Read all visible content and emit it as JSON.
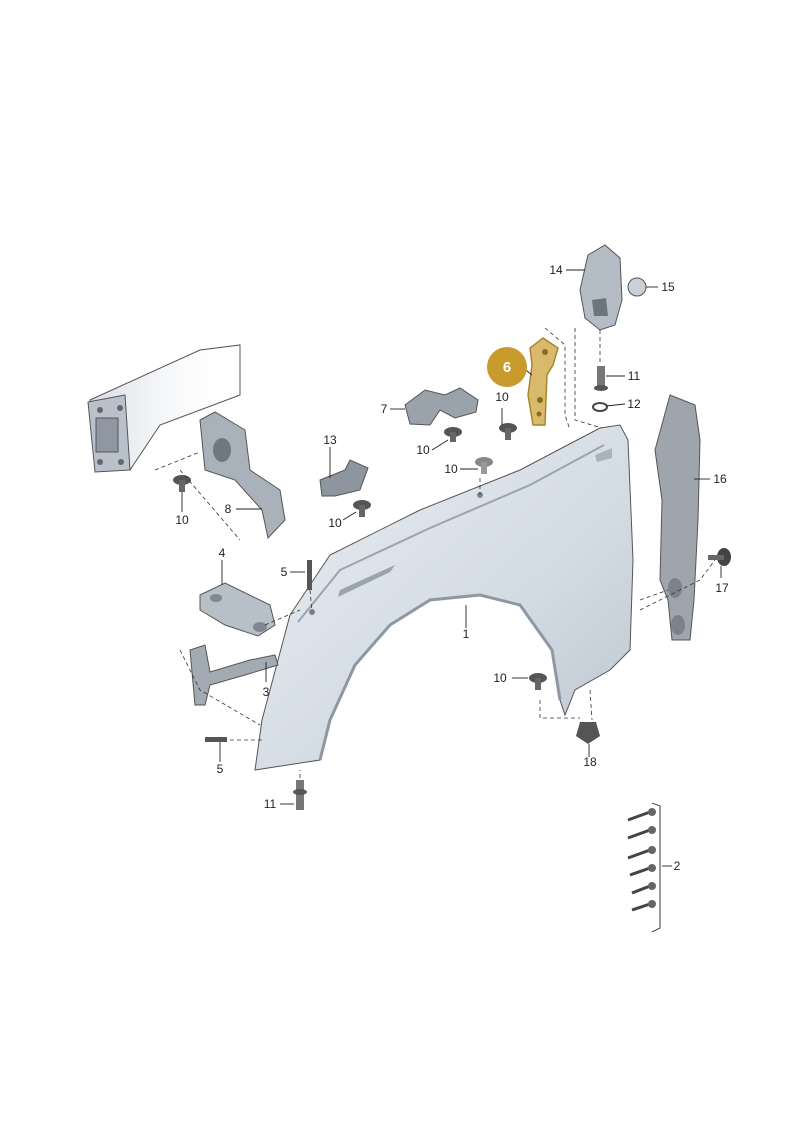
{
  "highlight": {
    "number": "6",
    "color": "#c89b2c",
    "part_fill": "#d9b96b"
  },
  "labels": {
    "p1": "1",
    "p2": "2",
    "p3": "3",
    "p4": "4",
    "p5a": "5",
    "p5b": "5",
    "p7": "7",
    "p8": "8",
    "p10a": "10",
    "p10b": "10",
    "p10c": "10",
    "p10d": "10",
    "p10e": "10",
    "p10f": "10",
    "p11a": "11",
    "p11b": "11",
    "p12": "12",
    "p13": "13",
    "p14": "14",
    "p15": "15",
    "p16": "16",
    "p17": "17",
    "p18": "18"
  }
}
